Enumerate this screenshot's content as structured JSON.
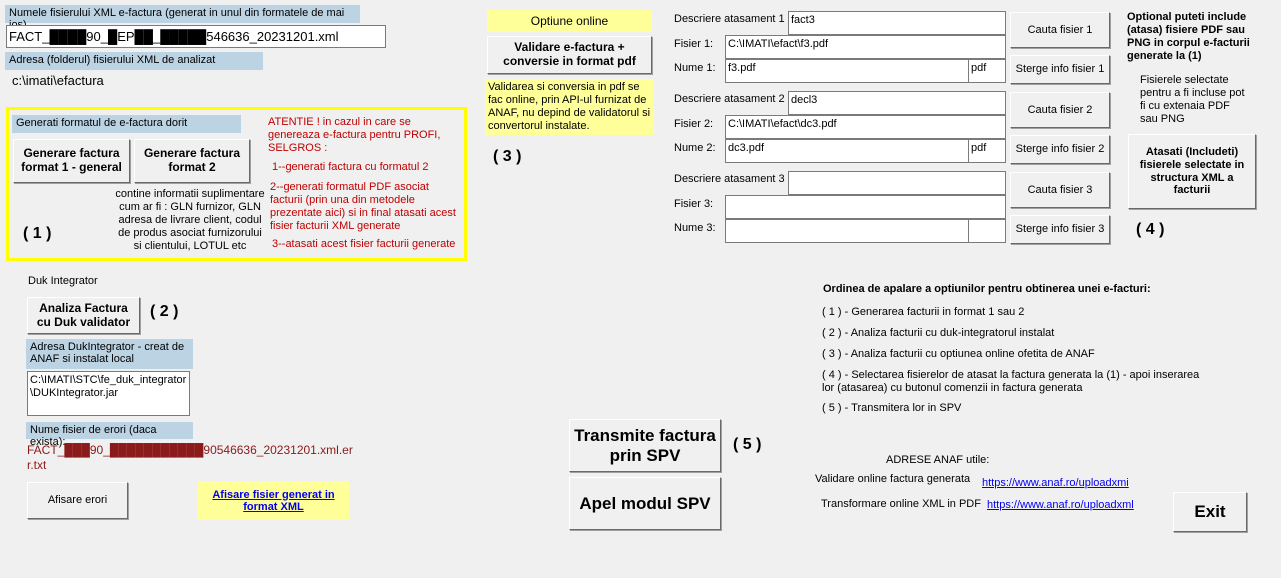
{
  "top": {
    "xml_name_label": "Numele fisierului XML  e-factura  (generat in unul din formatele de mai jos)",
    "xml_name_value": "FACT_████90_█EP██_█████546636_20231201.xml",
    "folder_label": "Adresa (folderul) fisierului XML de analizat",
    "folder_value": "c:\\imati\\efactura"
  },
  "gen": {
    "title": "Generati formatul de e-factura dorit",
    "btn1": "Generare factura format 1 - general",
    "btn2": "Generare factura format 2",
    "format2_info": "contine informatii suplimentare cum ar fi : GLN furnizor, GLN adresa de livrare client, codul de produs asociat furnizorului si  clientului, LOTUL etc",
    "step": "( 1 )",
    "attention": "ATENTIE ! in cazul in care se genereaza e-factura pentru PROFI, SELGROS :",
    "att1": "1--generati factura cu formatul 2",
    "att2": "2--generati formatul PDF asociat facturii (prin una din metodele prezentate aici) si in final atasati acest fisier facturii XML generate",
    "att3": "3--atasati acest fisier facturii generate"
  },
  "duk": {
    "label": "Duk Integrator",
    "btn": "Analiza Factura cu Duk validator",
    "step": "( 2 )",
    "addr_label": "Adresa DukIntegrator - creat de ANAF si instalat local",
    "addr_value_1": "C:\\IMATI\\STC\\fe_duk_integrator",
    "addr_value_2": "\\DUKIntegrator.jar",
    "err_label": "Nume fisier de erori (daca exista):",
    "err_value": "FACT_███90_███████████90546636_20231201.xml.err.txt",
    "show_errors_btn": "Afisare erori",
    "show_xml_link": "Afisare fisier generat in format XML"
  },
  "online": {
    "title": "Optiune online",
    "btn": "Validare e-factura + conversie in format pdf",
    "info": "Validarea si conversia in pdf se fac online, prin API-ul furnizat de ANAF, nu depind de validatorul si convertorul instalate.",
    "step": "( 3 )"
  },
  "attach": {
    "items": [
      {
        "desc_label": "Descriere atasament 1",
        "desc": "fact3",
        "file_label": "Fisier 1:",
        "file": "C:\\IMATI\\efact\\f3.pdf",
        "name_label": "Nume 1:",
        "name": "f3.pdf",
        "ext": "pdf",
        "search_btn": "Cauta fisier 1",
        "clear_btn": "Sterge info fisier 1"
      },
      {
        "desc_label": "Descriere atasament 2",
        "desc": "decl3",
        "file_label": "Fisier 2:",
        "file": "C:\\IMATI\\efact\\dc3.pdf",
        "name_label": "Nume 2:",
        "name": "dc3.pdf",
        "ext": "pdf",
        "search_btn": "Cauta fisier 2",
        "clear_btn": "Sterge info fisier 2"
      },
      {
        "desc_label": "Descriere atasament 3",
        "desc": "",
        "file_label": "Fisier 3:",
        "file": "",
        "name_label": "Nume 3:",
        "name": "",
        "ext": "",
        "search_btn": "Cauta fisier 3",
        "clear_btn": "Sterge info fisier 3"
      }
    ],
    "optional_note": "Optional puteti include (atasa) fisiere PDF sau PNG in corpul e-facturii generate la (1)",
    "types_note": "Fisierele selectate pentru a fi incluse pot fi cu extenaia PDF sau PNG",
    "include_btn": "Atasati (Includeti) fisierele selectate in structura XML a facturii",
    "step": "( 4 )"
  },
  "order": {
    "title": "Ordinea de apalare a optiunilor pentru obtinerea unei e-facturi:",
    "s1": "( 1 ) - Generarea facturii in format 1 sau 2",
    "s2": "( 2 ) - Analiza facturii cu duk-integratorul instalat",
    "s3": "( 3 ) -  Analiza facturii cu optiunea online ofetita de ANAF",
    "s4a": "( 4 ) -  Selectarea fisierelor de atasat la factura generata la (1) - apoi inserarea",
    "s4b": "lor (atasarea) cu butonul comenzii in factura generata",
    "s5": "( 5 ) - Transmitera lor in SPV"
  },
  "spv": {
    "transmit_btn": "Transmite factura prin SPV",
    "step": "( 5 )",
    "module_btn": "Apel modul SPV"
  },
  "anaf": {
    "title": "ADRESE ANAF utile:",
    "validate_label": "Validare online factura generata",
    "validate_url": "https://www.anaf.ro/uploadxmi",
    "convert_label": "Transformare online XML in PDF",
    "convert_url": "https://www.anaf.ro/uploadxml"
  },
  "exit_btn": "Exit"
}
